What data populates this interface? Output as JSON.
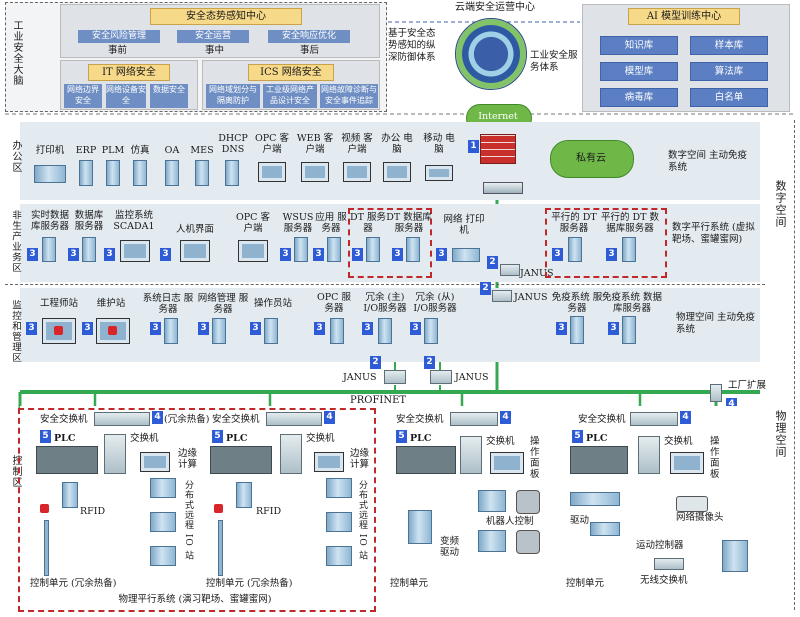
{
  "top": {
    "side_label": "工业安全大脑",
    "sec_center": {
      "title": "安全态势感知中心",
      "items": [
        "安全风险管理",
        "安全运营",
        "安全响应优化"
      ],
      "phases": [
        "事前",
        "事中",
        "事后"
      ]
    },
    "it": {
      "title": "IT 网络安全",
      "items": [
        "网络边界安全",
        "网络设备安全",
        "数据安全"
      ]
    },
    "ics": {
      "title": "ICS 网络安全",
      "items": [
        "网络域划分与隔离防护",
        "工业级网络产品设计安全",
        "网络故障诊断与安全事件追踪"
      ]
    },
    "defense": "基于安全态势感知的纵深防御体系",
    "cloud_title": "云端安全运营中心",
    "service": "工业安全服务体系",
    "ai": {
      "title": "AI 模型训练中心",
      "items": [
        "知识库",
        "样本库",
        "模型库",
        "算法库",
        "病毒库",
        "白名单"
      ]
    },
    "internet": "Internet"
  },
  "right_labels": {
    "digital": "数字空间",
    "physical": "物理空间"
  },
  "office": {
    "label": "办公区",
    "devices": [
      "打印机",
      "ERP",
      "PLM",
      "仿真",
      "OA",
      "MES",
      "DHCP DNS",
      "OPC 客户端",
      "WEB 客户端",
      "视频 客户端",
      "办公 电脑",
      "移动 电脑"
    ],
    "cloud": "私有云",
    "note": "数字空间 主动免疫系统"
  },
  "nonprod": {
    "label": "非生产业务区",
    "devices": [
      "实时数据 库服务器",
      "数据库 服务器",
      "监控系统 SCADA1",
      "人机界面",
      "OPC 客户端",
      "WSUS 服务器",
      "应用 服务器",
      "DT 服务器",
      "DT 数据库 服务器",
      "网络 打印机",
      "平行的 DT 服务器",
      "平行的 DT 数据库服务器"
    ],
    "note": "数字平行系统 (虚拟靶场、蜜罐蜜网)"
  },
  "monitor": {
    "label": "监控和管理区",
    "devices": [
      "工程师站",
      "维护站",
      "系统日志 服务器",
      "网络管理 服务器",
      "操作员站",
      "OPC 服务器",
      "冗余 (主) I/O服务器",
      "冗余 (从) I/O服务器",
      "免疫系统 服务器",
      "免疫系统 数据库服务器"
    ],
    "note": "物理空间 主动免疫系统"
  },
  "janus": "JANUS",
  "profinet": "PROFINET",
  "factory_ext": "工厂扩展",
  "control": {
    "label": "控制区",
    "switch": "安全交换机",
    "redundant": "(冗余热备)",
    "plc": "PLC",
    "exchange": "交换机",
    "edge": "边缘 计算",
    "rfid": "RFID",
    "dist_io": "分布式远程 IO 站",
    "unit_red": "控制单元 (冗余热备)",
    "unit": "控制单元",
    "panel": "操作面板",
    "vfd": "变频 驱动",
    "robot": "机器人控制",
    "drive": "驱动",
    "camera": "网络摄像头",
    "motion": "运动控制器",
    "wireless": "无线交换机",
    "parallel": "物理平行系统 (演习靶场、蜜罐蜜网)"
  },
  "badges": [
    "1",
    "2",
    "3",
    "4",
    "5"
  ]
}
